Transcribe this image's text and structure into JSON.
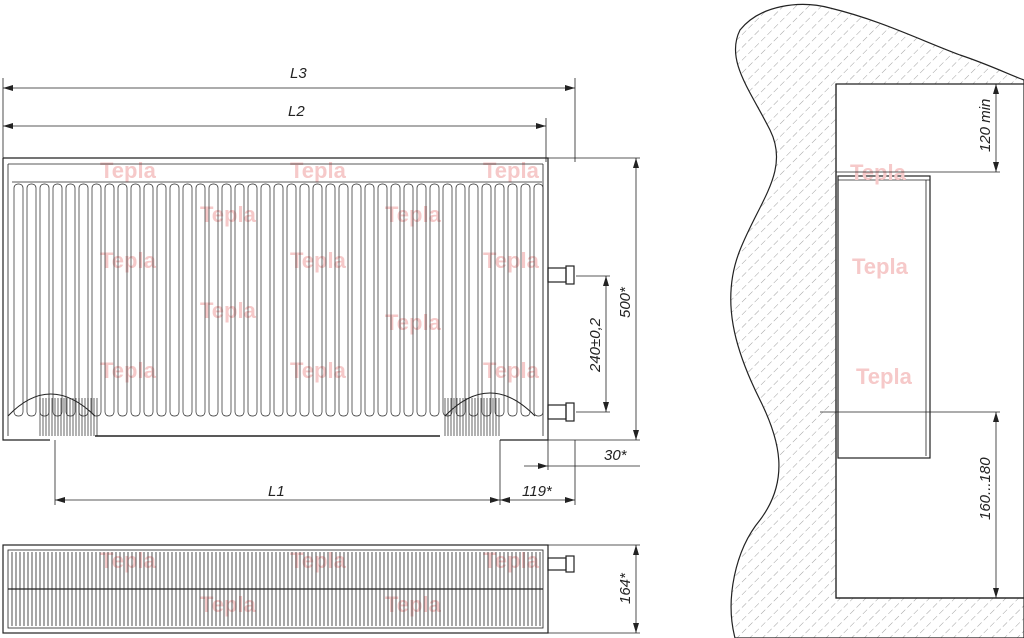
{
  "dimensions": {
    "l3": "L3",
    "l2": "L2",
    "l1": "L1",
    "h500": "500*",
    "h240": "240±0,2",
    "d30": "30*",
    "d119": "119*",
    "d164": "164*",
    "d120": "120 min",
    "d160": "160...180"
  },
  "watermark": "Tepla",
  "colors": {
    "line": "#222222",
    "watermark": "#f4b8b8",
    "hatch": "#888888"
  }
}
